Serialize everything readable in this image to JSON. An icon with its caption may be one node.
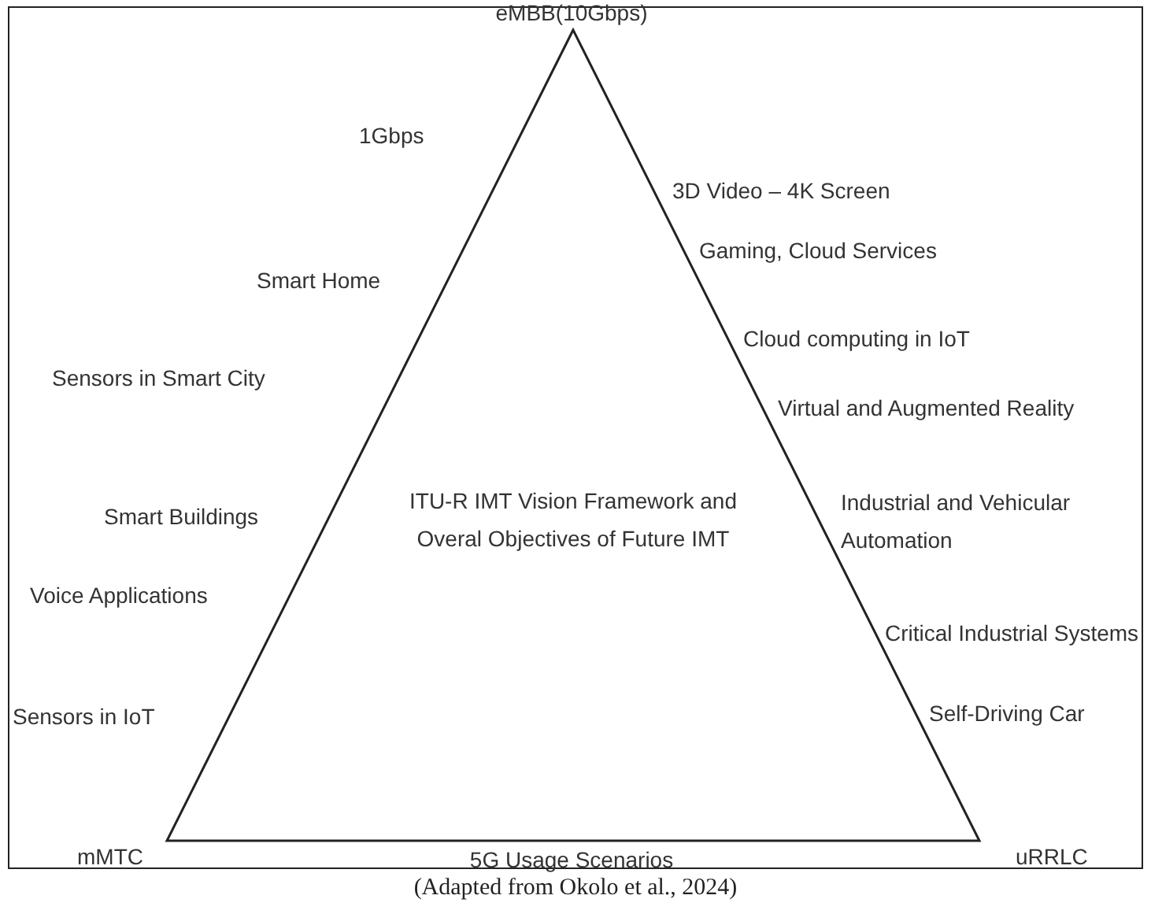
{
  "diagram": {
    "caption": "(Adapted from Okolo et al., 2024)",
    "nodes": [
      {
        "text": [
          "ITU-R IMT Vision Framework and Overal Objectives of Future IMT"
        ]
      }
    ],
    "edges": [],
    "labels": [
      "eMBB(10Gbps)",
      "1Gbps",
      "3D Video – 4K Screen",
      "Gaming, Cloud Services",
      "Smart Home",
      "Cloud computing in IoT",
      "Sensors in Smart City",
      "Virtual and Augmented Reality",
      "Industrial and Vehicular Automation",
      "Smart Buildings",
      "Voice Applications",
      "Critical Industrial Systems",
      "Sensors in IoT",
      "Self-Driving Car",
      "mMTC",
      "5G Usage Scenarios",
      "uRRLC"
    ]
  }
}
